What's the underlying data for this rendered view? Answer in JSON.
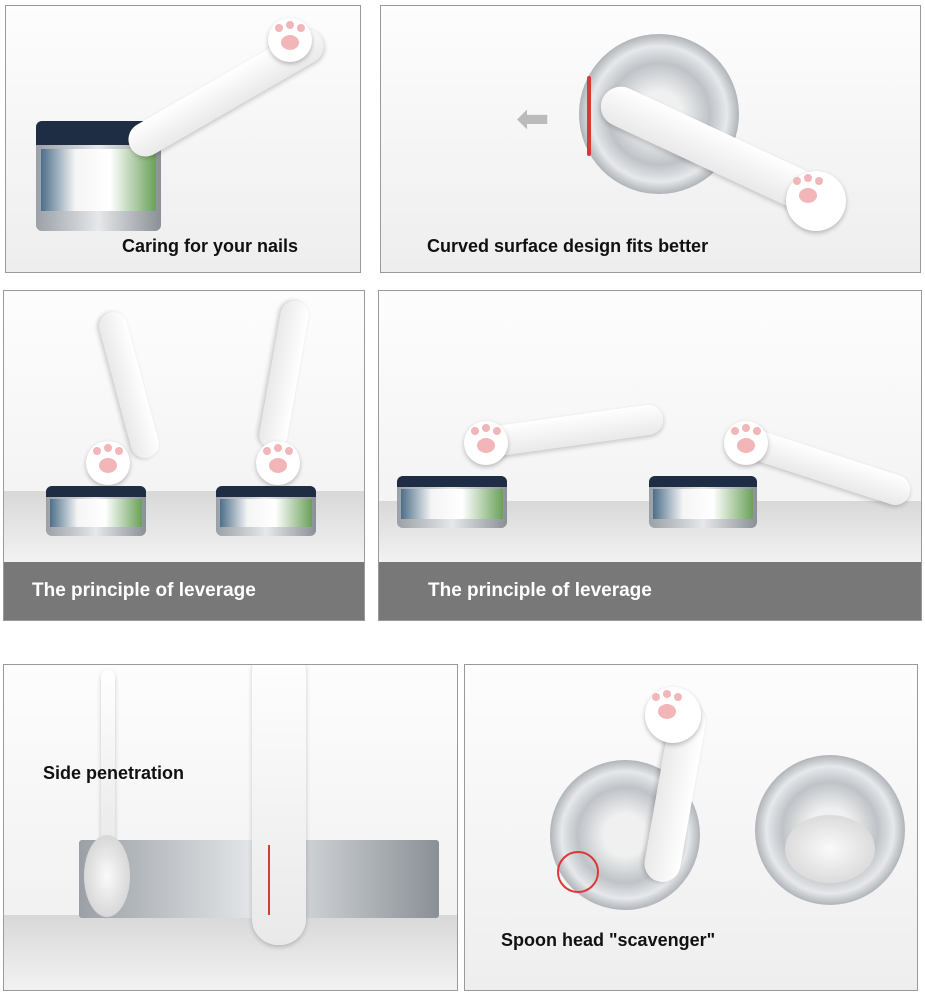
{
  "panels": [
    {
      "caption": "Caring for your nails"
    },
    {
      "caption": "Curved surface design fits better"
    },
    {
      "caption": "The principle of leverage"
    },
    {
      "caption": "The principle of leverage"
    },
    {
      "caption": "Side penetration"
    },
    {
      "caption": "Spoon head \"scavenger\""
    }
  ],
  "colors": {
    "paw_pink": "#f2b5b8",
    "caption_bar": "#787878",
    "highlight_red": "#d83a3a"
  }
}
